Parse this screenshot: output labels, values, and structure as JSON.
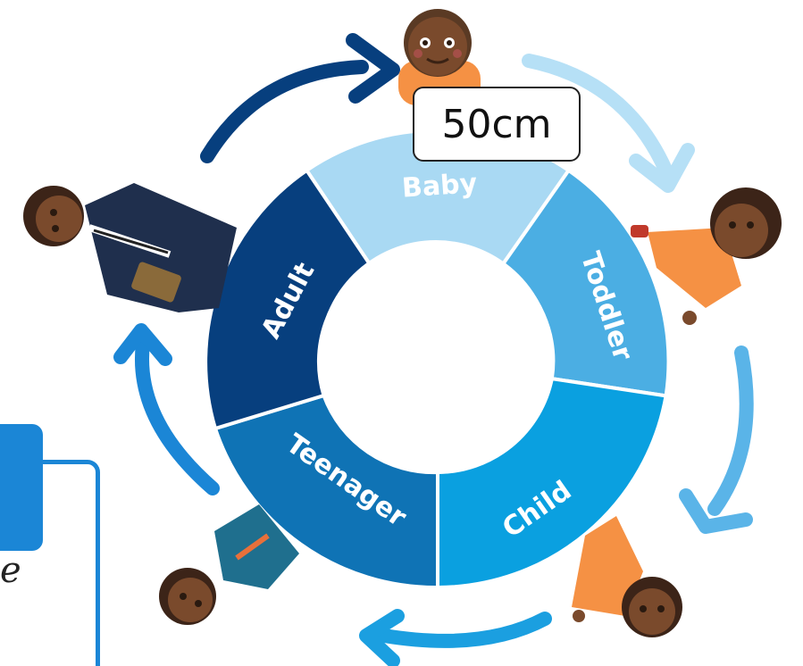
{
  "diagram": {
    "segments": [
      {
        "label": "Baby",
        "color": "#a9d9f3"
      },
      {
        "label": "Toddler",
        "color": "#4baee3"
      },
      {
        "label": "Child",
        "color": "#0aa0e0"
      },
      {
        "label": "Teenager",
        "color": "#0f73b5"
      },
      {
        "label": "Adult",
        "color": "#073f7e"
      }
    ],
    "measurement": "50cm",
    "side_text": "e",
    "arrow_colors": [
      "#b6e0f6",
      "#5ab4e8",
      "#5ab4e8",
      "#1b86d6",
      "#073f7e"
    ]
  }
}
